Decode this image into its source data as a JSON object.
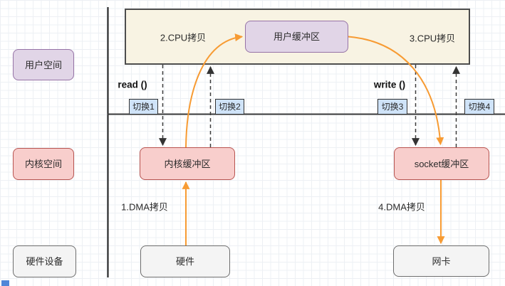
{
  "lanes": {
    "user_space": "用户空间",
    "kernel_space": "内核空间",
    "hardware_device": "硬件设备"
  },
  "nodes": {
    "user_buffer": "用户缓冲区",
    "kernel_buffer": "内核缓冲区",
    "socket_buffer": "socket缓冲区",
    "hardware": "硬件",
    "nic": "网卡"
  },
  "syscalls": {
    "read": "read ()",
    "write": "write ()"
  },
  "copies": {
    "cpu_copy_2": "2.CPU拷贝",
    "cpu_copy_3": "3.CPU拷贝",
    "dma_copy_1": "1.DMA拷贝",
    "dma_copy_4": "4.DMA拷贝"
  },
  "switches": [
    {
      "label": "切换1"
    },
    {
      "label": "切换2"
    },
    {
      "label": "切换3"
    },
    {
      "label": "切换4"
    }
  ],
  "colors": {
    "purple_fill": "#e1d5e7",
    "purple_border": "#9673a6",
    "pink_fill": "#f8cecc",
    "pink_border": "#b85450",
    "gray_fill": "#f4f4f4",
    "gray_border": "#6e6e6e",
    "switch_blue_fill": "#cfe3f8",
    "cream_fill": "#f8f3e3",
    "arrow_orange": "#f79b33",
    "line_black": "#1a1a1a"
  }
}
